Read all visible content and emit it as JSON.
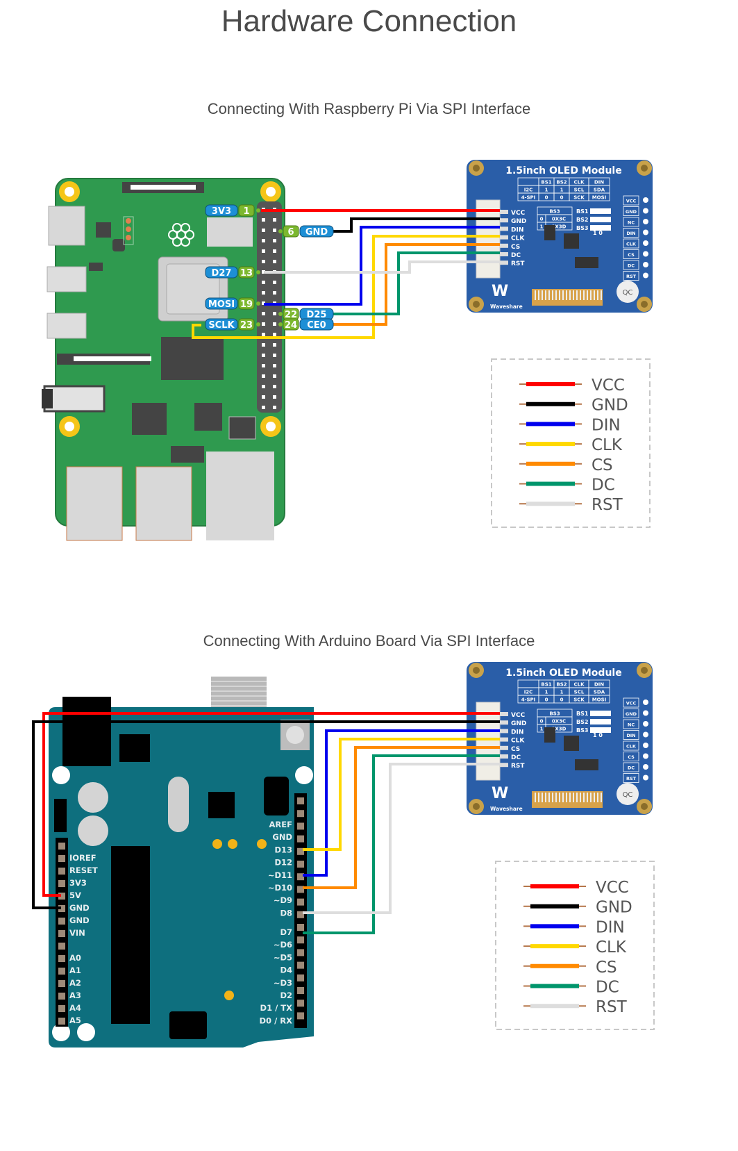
{
  "page": {
    "title": "Hardware Connection",
    "section_rpi": "Connecting With Raspberry Pi Via SPI Interface",
    "section_arduino": "Connecting With Arduino Board Via SPI Interface"
  },
  "wire_colors": {
    "VCC": "#ff0000",
    "GND": "#000000",
    "DIN": "#0000ee",
    "CLK": "#ffd800",
    "CS": "#ff8a00",
    "DC": "#00956b",
    "RST": "#dddddd"
  },
  "legend": [
    "VCC",
    "GND",
    "DIN",
    "CLK",
    "CS",
    "DC",
    "RST"
  ],
  "oled_module": {
    "title": "1.5inch OLED Module",
    "brand": "Waveshare",
    "mode_table": {
      "header": [
        "",
        "BS1",
        "BS2",
        "CLK",
        "DIN"
      ],
      "rows": [
        [
          "I2C",
          "1",
          "1",
          "SCL",
          "SDA"
        ],
        [
          "4-SPI",
          "0",
          "0",
          "SCK",
          "MOSI"
        ]
      ]
    },
    "bs3_table": {
      "header": "BS3",
      "rows": [
        [
          "0",
          "0X3C"
        ],
        [
          "1",
          "0X3D"
        ]
      ]
    },
    "jumpers": [
      "BS1",
      "BS2",
      "BS3"
    ],
    "jumper_scale": [
      "1",
      "0"
    ],
    "connector_pins": [
      "VCC",
      "GND",
      "DIN",
      "CLK",
      "CS",
      "DC",
      "RST"
    ],
    "side_pins": [
      "VCC",
      "GND",
      "NC",
      "DIN",
      "CLK",
      "CS",
      "DC",
      "RST"
    ]
  },
  "rpi_pins": [
    {
      "name": "3V3",
      "num": "1",
      "wire": "VCC",
      "side": "left"
    },
    {
      "name": "GND",
      "num": "6",
      "wire": "GND",
      "side": "right"
    },
    {
      "name": "D27",
      "num": "13",
      "wire": "RST",
      "side": "left"
    },
    {
      "name": "MOSI",
      "num": "19",
      "wire": "DIN",
      "side": "left"
    },
    {
      "name": "D25",
      "num": "22",
      "wire": "DC",
      "side": "right"
    },
    {
      "name": "SCLK",
      "num": "23",
      "wire": "CLK",
      "side": "left"
    },
    {
      "name": "CE0",
      "num": "24",
      "wire": "CS",
      "side": "right"
    }
  ],
  "arduino": {
    "power_header": [
      "IOREF",
      "RESET",
      "3V3",
      "5V",
      "GND",
      "GND",
      "VIN"
    ],
    "analog_header": [
      "A0",
      "A1",
      "A2",
      "A3",
      "A4",
      "A5"
    ],
    "digital_header_top": [
      "AREF",
      "GND",
      "D13",
      "D12",
      "~D11",
      "~D10",
      "~D9",
      "D8"
    ],
    "digital_header_bottom": [
      "D7",
      "~D6",
      "~D5",
      "D4",
      "~D3",
      "D2",
      "D1 / TX",
      "D0 / RX"
    ],
    "connections": [
      {
        "pin": "5V",
        "wire": "VCC"
      },
      {
        "pin": "GND",
        "wire": "GND"
      },
      {
        "pin": "~D11",
        "wire": "DIN"
      },
      {
        "pin": "D13",
        "wire": "CLK"
      },
      {
        "pin": "~D10",
        "wire": "CS"
      },
      {
        "pin": "D7",
        "wire": "DC"
      },
      {
        "pin": "D8",
        "wire": "RST"
      }
    ]
  }
}
